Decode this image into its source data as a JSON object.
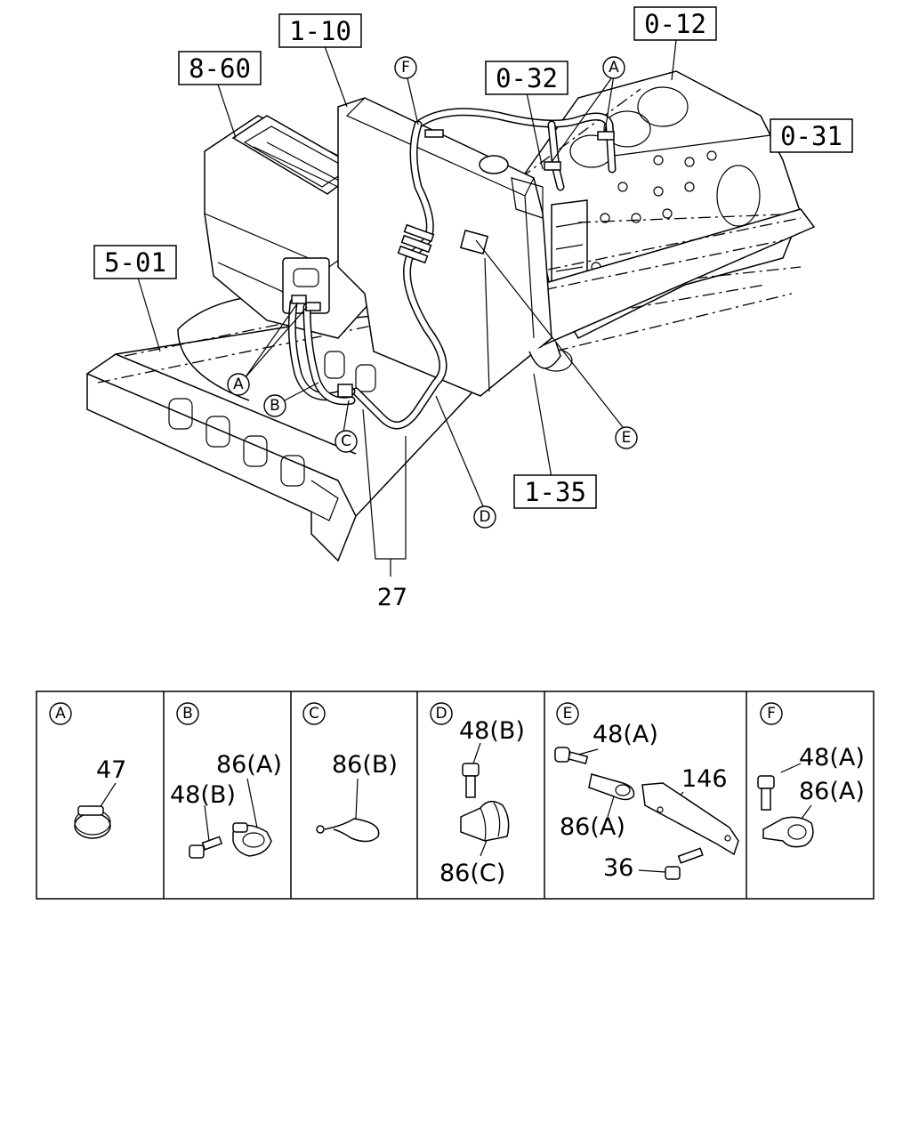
{
  "reference_boxes": [
    {
      "id": "ref-0-12",
      "label": "0-12"
    },
    {
      "id": "ref-1-10",
      "label": "1-10"
    },
    {
      "id": "ref-8-60",
      "label": "8-60"
    },
    {
      "id": "ref-0-32",
      "label": "0-32"
    },
    {
      "id": "ref-0-31",
      "label": "0-31"
    },
    {
      "id": "ref-5-01",
      "label": "5-01"
    },
    {
      "id": "ref-1-35",
      "label": "1-35"
    }
  ],
  "main_callouts": {
    "F": "F",
    "A_top": "A",
    "A_left": "A",
    "B": "B",
    "C": "C",
    "D": "D",
    "E": "E"
  },
  "main_part_number": "27",
  "detail_panels": [
    {
      "letter": "A",
      "labels": [
        "47"
      ]
    },
    {
      "letter": "B",
      "labels": [
        "86(A)",
        "48(B)"
      ]
    },
    {
      "letter": "C",
      "labels": [
        "86(B)"
      ]
    },
    {
      "letter": "D",
      "labels": [
        "48(B)",
        "86(C)"
      ]
    },
    {
      "letter": "E",
      "labels": [
        "48(A)",
        "146",
        "86(A)",
        "36"
      ]
    },
    {
      "letter": "F",
      "labels": [
        "48(A)",
        "86(A)"
      ]
    }
  ]
}
